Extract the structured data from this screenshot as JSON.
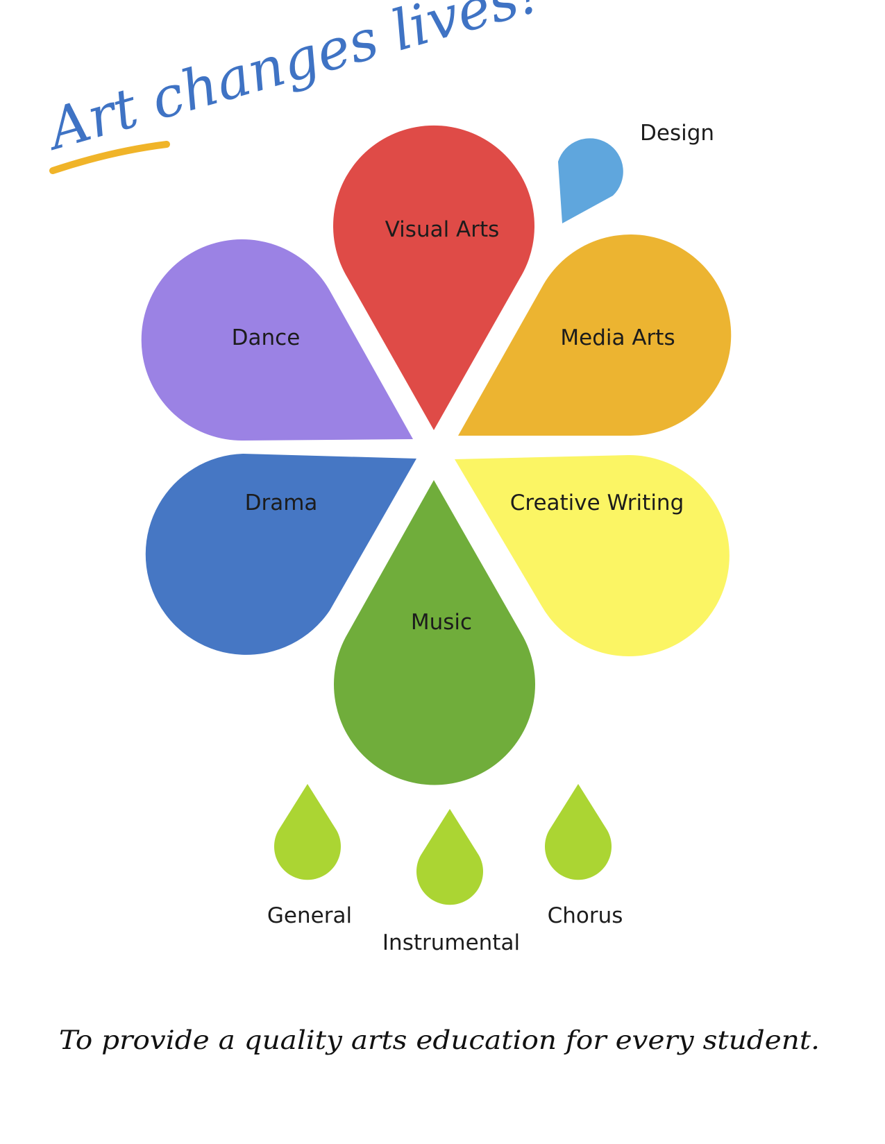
{
  "headline": {
    "text": "Art changes lives!",
    "color": "#3f73c4",
    "underline_color": "#f0b429"
  },
  "diagram": {
    "petals": [
      {
        "label": "Visual Arts",
        "color": "#df4b47"
      },
      {
        "label": "Media Arts",
        "color": "#ecb431"
      },
      {
        "label": "Creative Writing",
        "color": "#fbf564"
      },
      {
        "label": "Music",
        "color": "#70ad3b"
      },
      {
        "label": "Drama",
        "color": "#4677c4"
      },
      {
        "label": "Dance",
        "color": "#9b82e4"
      }
    ],
    "design_drop": {
      "label": "Design",
      "color": "#5fa6dd"
    },
    "music_drops": [
      {
        "label": "General",
        "color": "#abd533"
      },
      {
        "label": "Instrumental",
        "color": "#abd533"
      },
      {
        "label": "Chorus",
        "color": "#abd533"
      }
    ]
  },
  "tagline": "To provide a quality arts education for every student."
}
